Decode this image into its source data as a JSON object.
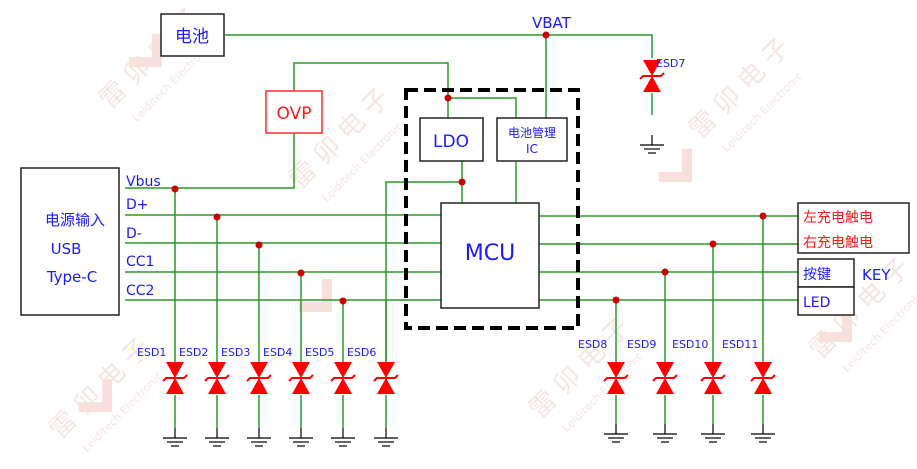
{
  "title": "USB Type-C power input ESD protection schematic",
  "colors": {
    "wire": "#2a9a2a",
    "junction": "#cc0000",
    "esd": "#ff0000",
    "label_blue": "#1a1aff",
    "label_red": "#ff1a1a",
    "box_border": "#222222",
    "ovp_border": "#ff2a2a",
    "watermark": "#f3d0c8"
  },
  "blocks": {
    "battery": "电池",
    "ovp": "OVP",
    "ldo": "LDO",
    "bms_line1": "电池管理",
    "bms_line2": "IC",
    "mcu": "MCU",
    "usb_line1": "电源输入",
    "usb_line2": "USB",
    "usb_line3": "Type-C",
    "left_contact": "左充电触电",
    "right_contact": "右充电触电",
    "button": "按键",
    "led": "LED"
  },
  "nets": {
    "vbat": "VBAT",
    "vbus": "Vbus",
    "dplus": "D+",
    "dminus": "D-",
    "cc1": "CC1",
    "cc2": "CC2",
    "key": "KEY"
  },
  "esd": [
    "ESD1",
    "ESD2",
    "ESD3",
    "ESD4",
    "ESD5",
    "ESD6",
    "ESD7",
    "ESD8",
    "ESD9",
    "ESD10",
    "ESD11"
  ],
  "watermark": {
    "cn": "雷 卯 电 子",
    "en": "Leiditech Electronic"
  }
}
